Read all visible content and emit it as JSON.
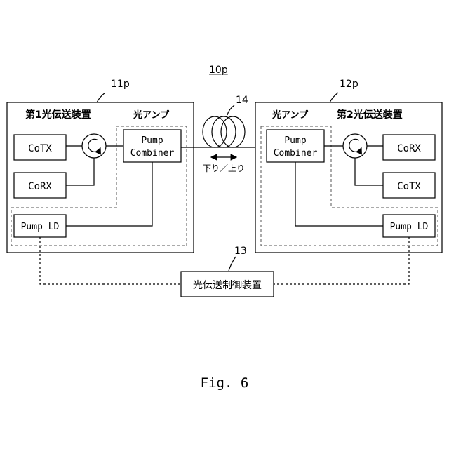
{
  "diagram": {
    "system_ref": "10p",
    "device1": {
      "ref": "11p",
      "title": "第1光伝送装置",
      "amp_label": "光アンプ",
      "cotx": "CoTX",
      "corx": "CoRX",
      "pump_combiner_line1": "Pump",
      "pump_combiner_line2": "Combiner",
      "pump_ld": "Pump LD"
    },
    "device2": {
      "ref": "12p",
      "title": "第2光伝送装置",
      "amp_label": "光アンプ",
      "corx": "CoRX",
      "cotx": "CoTX",
      "pump_combiner_line1": "Pump",
      "pump_combiner_line2": "Combiner",
      "pump_ld": "Pump LD"
    },
    "fiber": {
      "ref": "14",
      "direction_label": "下り／上り"
    },
    "controller": {
      "ref": "13",
      "label": "光伝送制御装置"
    },
    "figure_caption": "Fig. 6"
  }
}
